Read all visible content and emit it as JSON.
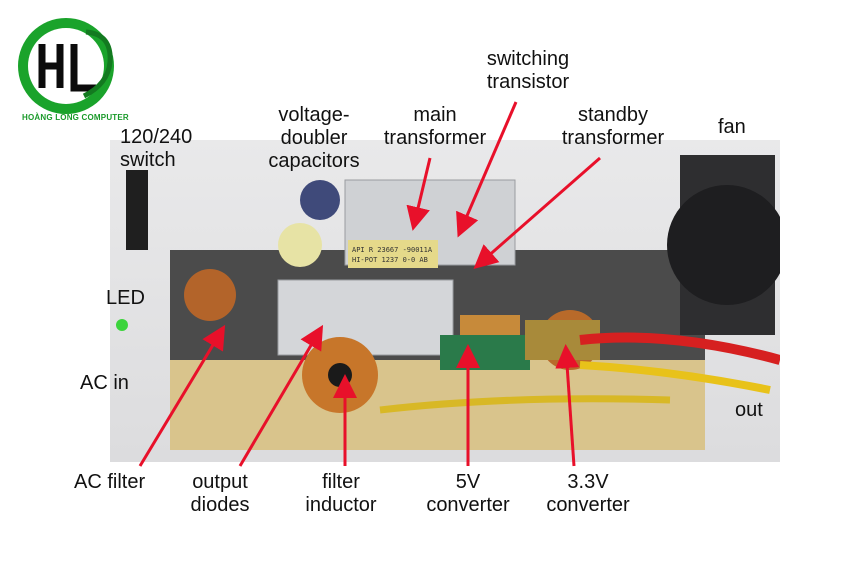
{
  "brand": {
    "name": "HOÀNG LONG COMPUTER",
    "accent": "#1a9a2a"
  },
  "labels": {
    "switch_120_240": "120/240\nswitch",
    "voltage_doubler": "voltage-\ndoubler\ncapacitors",
    "main_transformer": "main\ntransformer",
    "switching_transistor": "switching\ntransistor",
    "standby_transformer": "standby\ntransformer",
    "fan": "fan",
    "led": "LED",
    "ac_in": "AC in",
    "out": "out",
    "ac_filter": "AC filter",
    "output_diodes": "output\ndiodes",
    "filter_inductor": "filter\ninductor",
    "conv_5v": "5V\nconverter",
    "conv_33v": "3.3V\nconverter"
  },
  "board": {
    "print_1": "API R 23667 -90011A",
    "print_2": "HI-POT 1237 0-0 AB"
  },
  "arrow_color": "#e8102a"
}
